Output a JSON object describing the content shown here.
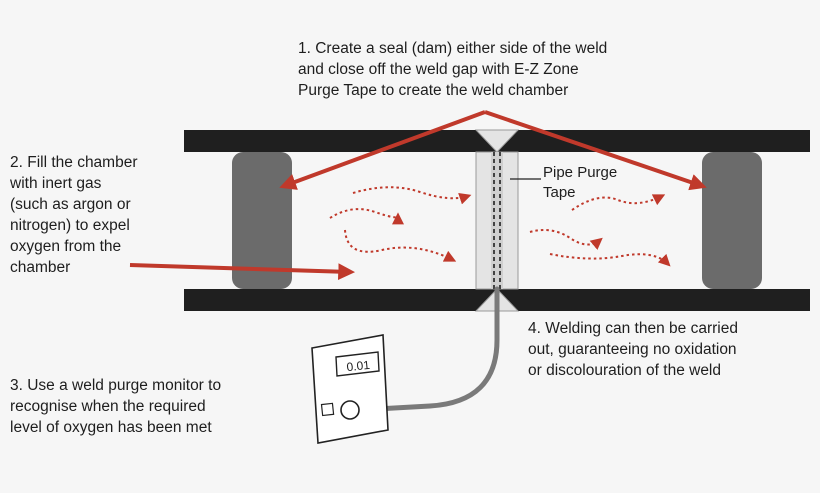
{
  "labels": {
    "step1": "1. Create a seal (dam) either side of the weld\n    and close off the weld gap with E-Z Zone\n    Purge Tape to create the weld chamber",
    "step2": "2. Fill the chamber\n    with inert gas\n    (such as argon or\n    nitrogen) to expel\n    oxygen from the\n    chamber",
    "step3": "3. Use a weld purge monitor to\n    recognise when the required\n    level of oxygen has been met",
    "step4": "4. Welding can then be carried\n    out, guaranteeing no oxidation\n    or discolouration of the weld",
    "pipe_purge_tape": "Pipe Purge\nTape"
  },
  "monitor": {
    "reading": "0.01"
  },
  "colors": {
    "arrow": "#c0392b",
    "pipe_wall": "#1f1f1f",
    "dam": "#6b6b6b",
    "tape_zone": "#e4e4e4",
    "cable": "#7a7a7a",
    "background": "#f6f6f6"
  }
}
